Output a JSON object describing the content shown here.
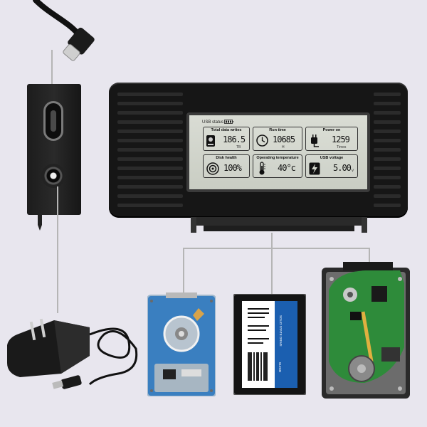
{
  "lcd": {
    "usb_status_label": "USB status",
    "tiles": [
      {
        "title": "Total data writes",
        "value": "186.5",
        "unit": "TB",
        "icon": "hard-drive-icon"
      },
      {
        "title": "Run time",
        "value": "10685",
        "unit": "H",
        "icon": "clock-icon"
      },
      {
        "title": "Power on",
        "value": "1259",
        "unit": "Times",
        "icon": "power-plug-icon"
      },
      {
        "title": "Disk health",
        "value": "100%",
        "unit": "",
        "icon": "disk-health-icon"
      },
      {
        "title": "Operating temperature",
        "value": "40°c",
        "unit": "",
        "icon": "thermometer-icon"
      },
      {
        "title": "USB voltage",
        "value": "5.00",
        "unit": "v",
        "icon": "lightning-icon"
      }
    ]
  },
  "ssd": {
    "brand": "ShuoLe",
    "type": "SOLID STATE DRIVE",
    "capacity": "512GB"
  },
  "colors": {
    "background": "#e8e6ee",
    "enclosure": "#161616",
    "lcd": "#d2d5cc",
    "hdd_blue": "#3a7fc0",
    "pcb_green": "#2e8b3a"
  }
}
